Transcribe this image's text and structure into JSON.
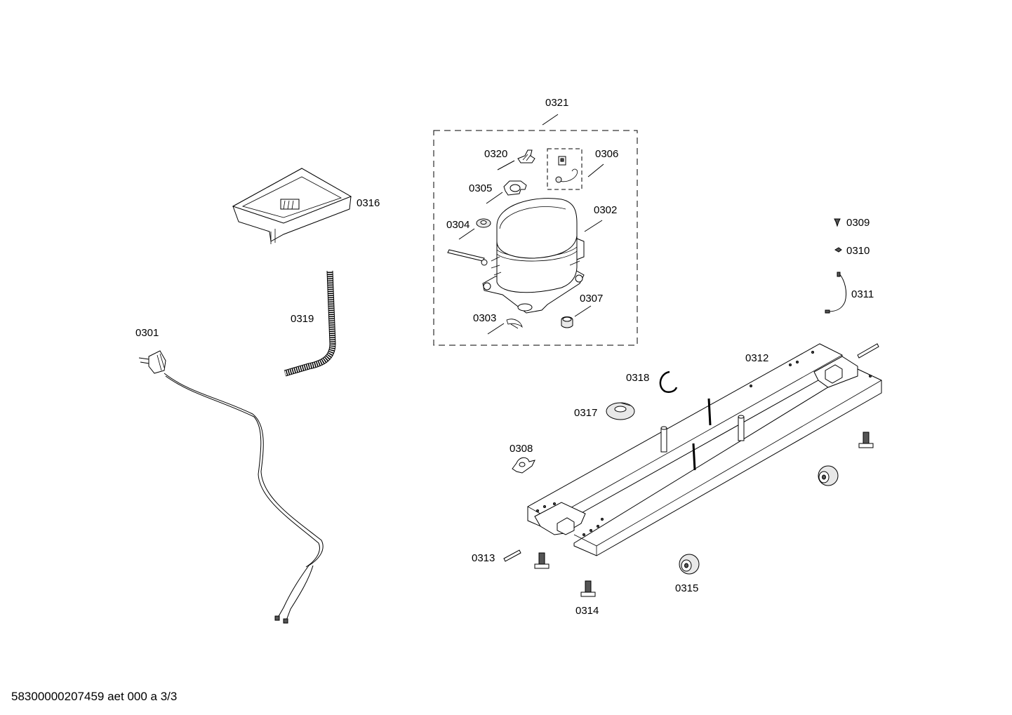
{
  "labels": {
    "p0321": "0321",
    "p0320": "0320",
    "p0306": "0306",
    "p0305": "0305",
    "p0304": "0304",
    "p0302": "0302",
    "p0307": "0307",
    "p0303": "0303",
    "p0316": "0316",
    "p0319": "0319",
    "p0301": "0301",
    "p0309": "0309",
    "p0310": "0310",
    "p0311": "0311",
    "p0312": "0312",
    "p0318": "0318",
    "p0317": "0317",
    "p0308": "0308",
    "p0313": "0313",
    "p0314": "0314",
    "p0315": "0315"
  },
  "footer": "58300000207459 aet 000 a 3/3"
}
